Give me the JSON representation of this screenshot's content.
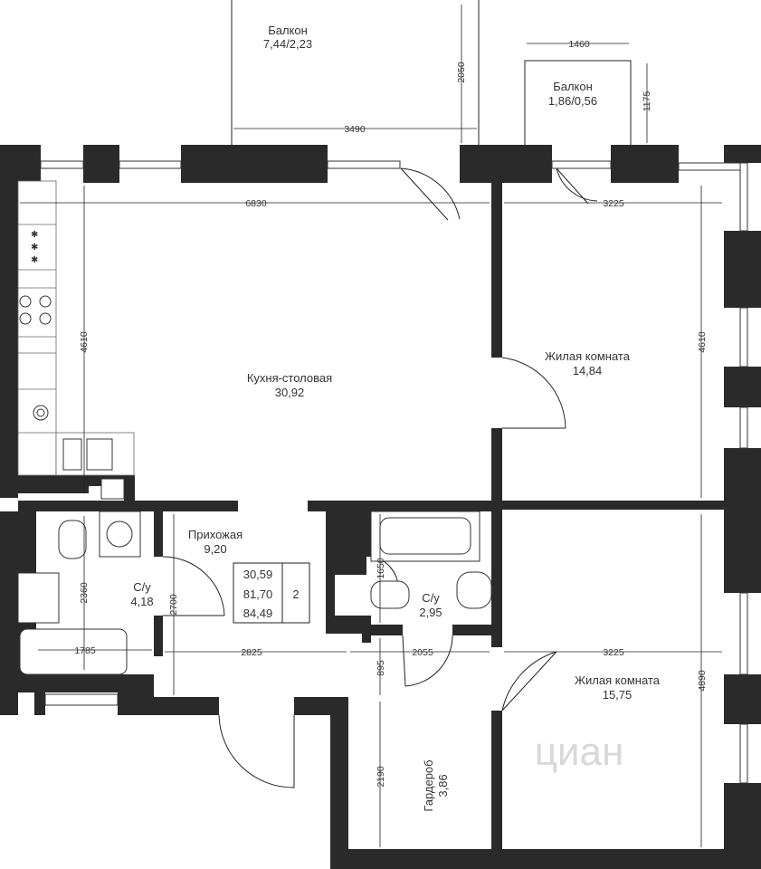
{
  "rooms": {
    "balcony_left": {
      "name": "Балкон",
      "area": "7,44/2,23"
    },
    "balcony_right": {
      "name": "Балкон",
      "area": "1,86/0,56"
    },
    "kitchen": {
      "name": "Кухня-столовая",
      "area": "30,92"
    },
    "living_top": {
      "name": "Жилая комната",
      "area": "14,84"
    },
    "living_bottom": {
      "name": "Жилая комната",
      "area": "15,75"
    },
    "hallway": {
      "name": "Прихожая",
      "area": "9,20"
    },
    "bath_left": {
      "name": "С/у",
      "area": "4,18"
    },
    "bath_right": {
      "name": "С/у",
      "area": "2,95"
    },
    "wardrobe": {
      "name": "Гардероб",
      "area": "3,86"
    }
  },
  "summary": {
    "living": "30,59",
    "total": "81,70",
    "total_with_balcony": "84,49",
    "rooms": "2"
  },
  "dimensions": {
    "d3490": "3490",
    "d2050": "2050",
    "d1460": "1460",
    "d1175": "1175",
    "d6830": "6830",
    "d3225_top": "3225",
    "d4610_left": "4610",
    "d4610_right": "4610",
    "d2360": "2360",
    "d2700": "2700",
    "d1650": "1650",
    "d1785": "1785",
    "d2825": "2825",
    "d2055": "2055",
    "d3225_bottom": "3225",
    "d4890": "4890",
    "d895": "895",
    "d2190": "2190"
  },
  "watermark": "циан"
}
